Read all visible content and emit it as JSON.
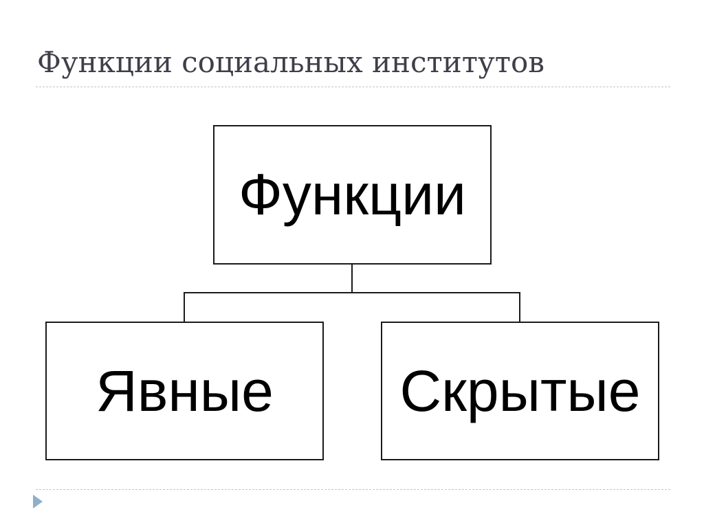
{
  "slide": {
    "title": "Функции социальных институтов"
  },
  "diagram": {
    "root": {
      "label": "Функции"
    },
    "children": [
      {
        "label": "Явные"
      },
      {
        "label": "Скрытые"
      }
    ]
  },
  "colors": {
    "title_text": "#3f3f4a",
    "divider": "#b8c8d4",
    "bullet_triangle": "#8fb0c8",
    "box_border": "#1a1a1a"
  }
}
